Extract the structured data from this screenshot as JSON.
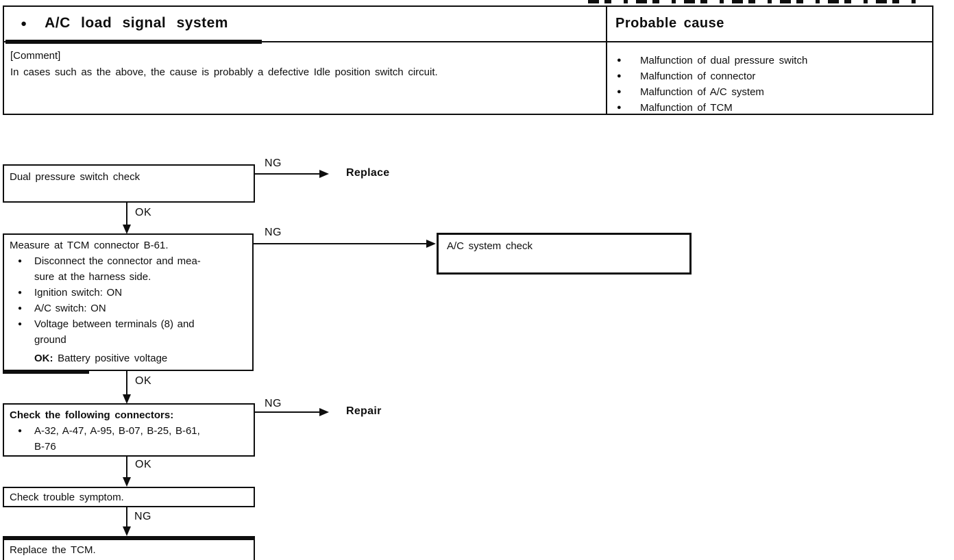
{
  "glyphs": {
    "bullet": "●"
  },
  "info_table": {
    "system": {
      "bullet": "●",
      "title": "A/C load signal system"
    },
    "probable_cause_title": "Probable cause",
    "comment_label": "[Comment]",
    "comment_text": "In cases such as the above, the cause is probably a defective Idle position switch circuit.",
    "causes": [
      "Malfunction of dual pressure switch",
      "Malfunction of connector",
      "Malfunction of A/C system",
      "Malfunction of TCM"
    ]
  },
  "flowchart": {
    "labels": {
      "ng": "NG",
      "ok": "OK"
    },
    "actions": {
      "replace": "Replace",
      "repair": "Repair"
    },
    "step1": {
      "title": "Dual pressure switch check"
    },
    "step2": {
      "title": "Measure at TCM connector B-61.",
      "bullets": [
        "Disconnect the connector and mea-\nsure at the harness side.",
        "Ignition switch: ON",
        "A/C switch: ON",
        "Voltage between terminals (8) and\nground"
      ],
      "result_prefix": "OK:",
      "result_text": "Battery positive voltage"
    },
    "ac_check": {
      "title": "A/C system check"
    },
    "step3": {
      "title": "Check the following connectors:",
      "bullets": [
        "A-32, A-47, A-95, B-07, B-25, B-61,\nB-76"
      ]
    },
    "step4": {
      "title": "Check trouble symptom."
    },
    "step5": {
      "title": "Replace the TCM."
    }
  }
}
